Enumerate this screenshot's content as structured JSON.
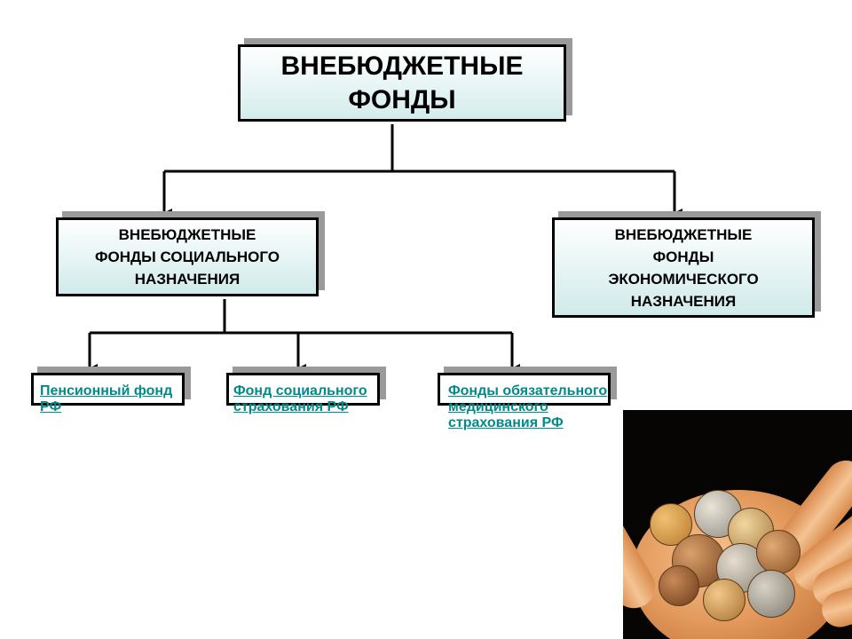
{
  "root": {
    "title_line1": "ВНЕБЮДЖЕТНЫЕ",
    "title_line2": "ФОНДЫ"
  },
  "branches": [
    {
      "line1": "ВНЕБЮДЖЕТНЫЕ",
      "line2": "ФОНДЫ СОЦИАЛЬНОГО",
      "line3": "НАЗНАЧЕНИЯ"
    },
    {
      "line1": "ВНЕБЮДЖЕТНЫЕ",
      "line2": "ФОНДЫ",
      "line3": "ЭКОНОМИЧЕСКОГО",
      "line4": "НАЗНАЧЕНИЯ"
    }
  ],
  "leaves": [
    {
      "label": "Пенсионный фонд РФ"
    },
    {
      "label": "Фонд социального страхования РФ"
    },
    {
      "label": "Фонды обязательного медицинского страхования РФ"
    }
  ],
  "colors": {
    "link": "#008b8b",
    "box_fill": "#d4ecec",
    "shadow": "#9a9a9a"
  },
  "image": {
    "subject": "coins-in-hand"
  }
}
